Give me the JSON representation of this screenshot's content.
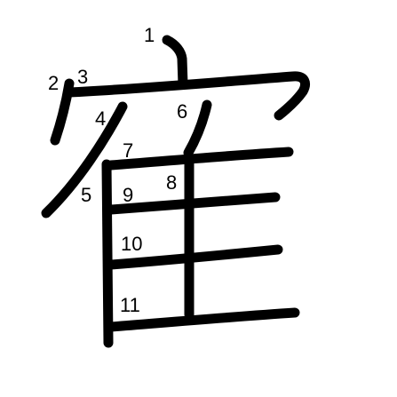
{
  "stroke_color": "#000000",
  "background": "#ffffff",
  "strokes": [
    {
      "number": "1"
    },
    {
      "number": "2"
    },
    {
      "number": "3"
    },
    {
      "number": "4"
    },
    {
      "number": "5"
    },
    {
      "number": "6"
    },
    {
      "number": "7"
    },
    {
      "number": "8"
    },
    {
      "number": "9"
    },
    {
      "number": "10"
    },
    {
      "number": "11"
    }
  ],
  "stroke_count": 11
}
